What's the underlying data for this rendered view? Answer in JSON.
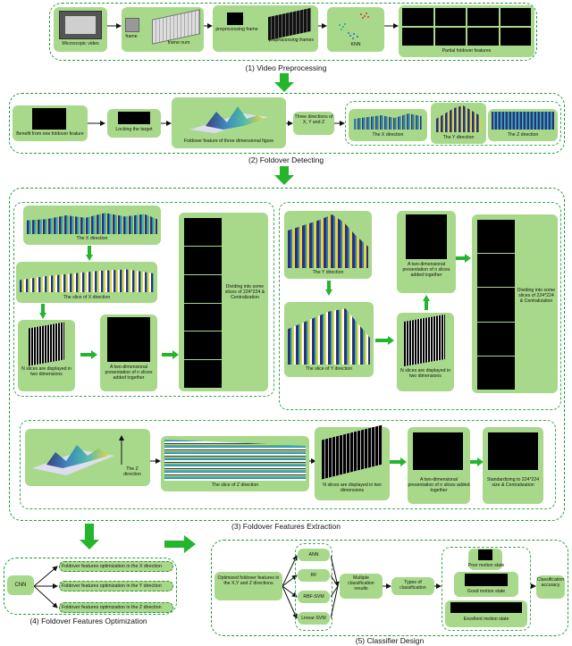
{
  "stage1": {
    "microscopic_video": "Microscopic video",
    "frame": "frame",
    "frame_num": "frame num",
    "preprocessing_frame": "preprocessing frame",
    "preprocessing_frames": "preprocessing frames",
    "knn": "KNN",
    "partial_features": "Partial foldover features",
    "caption": "(1) Video Preprocessing"
  },
  "stage2": {
    "benefit": "Benefit from one foldover feature",
    "locking": "Locking the target",
    "foldover_3d": "Foldover feature of three dimensional figure",
    "three_dirs": "Three directions of X, Y and Z",
    "x_dir": "The X direction",
    "y_dir": "The Y direction",
    "z_dir": "The Z direction",
    "caption": "(2) Foldover Detecting"
  },
  "stage3": {
    "x_direction": "The X direction",
    "slice_x": "The slice of X direction",
    "n_slices_left": "N slices are displayed in two dimensions",
    "two_dim_left": "A two-dimensional presentation of n slices added together",
    "dividing_left": "Dividing into some slices of 224*224 & Centralization",
    "y_direction": "The Y direction",
    "slice_y": "The slice of Y direction",
    "two_dim_right": "A two-dimensional presentation of n slices added together",
    "n_slices_right": "N slices are displayed in two dimensions",
    "dividing_right": "Dividing into some slices of 224*224 & Centralization",
    "z_direction": "The Z direction",
    "slice_z": "The slice of Z direction",
    "n_slices_z": "N slices are displayed in two dimensions",
    "two_dim_z": "A two-dimensional presentation of n slices added together",
    "standardizing": "Standardizing to 224*224 size & Centralization",
    "caption": "(3) Foldover Features Extraction"
  },
  "stage4": {
    "cnn": "CNN",
    "opt_x": "Foldover features optimization in the X direction",
    "opt_y": "Foldover features optimization in the Y direction",
    "opt_z": "Foldover features optimization in the Z direction",
    "caption": "(4) Foldover Features Optimization"
  },
  "stage5": {
    "optimized": "Optimized foldover features in the X,Y and Z directions",
    "ann": "ANN",
    "rf": "RF",
    "rbf_svm": "RBF-SVM",
    "linear_svm": "Linear-SVM",
    "multiple": "Multiple classification results",
    "types": "Types of classification",
    "poor": "Poor motion state",
    "good": "Good motion state",
    "excellent": "Excellent motion state",
    "accuracy": "Classification accuracy",
    "caption": "(5) Classifier Design"
  },
  "colors": {
    "accent_green": "#2aa33e",
    "box_green": "#a8d98a",
    "arrow_green": "#24b52d"
  }
}
